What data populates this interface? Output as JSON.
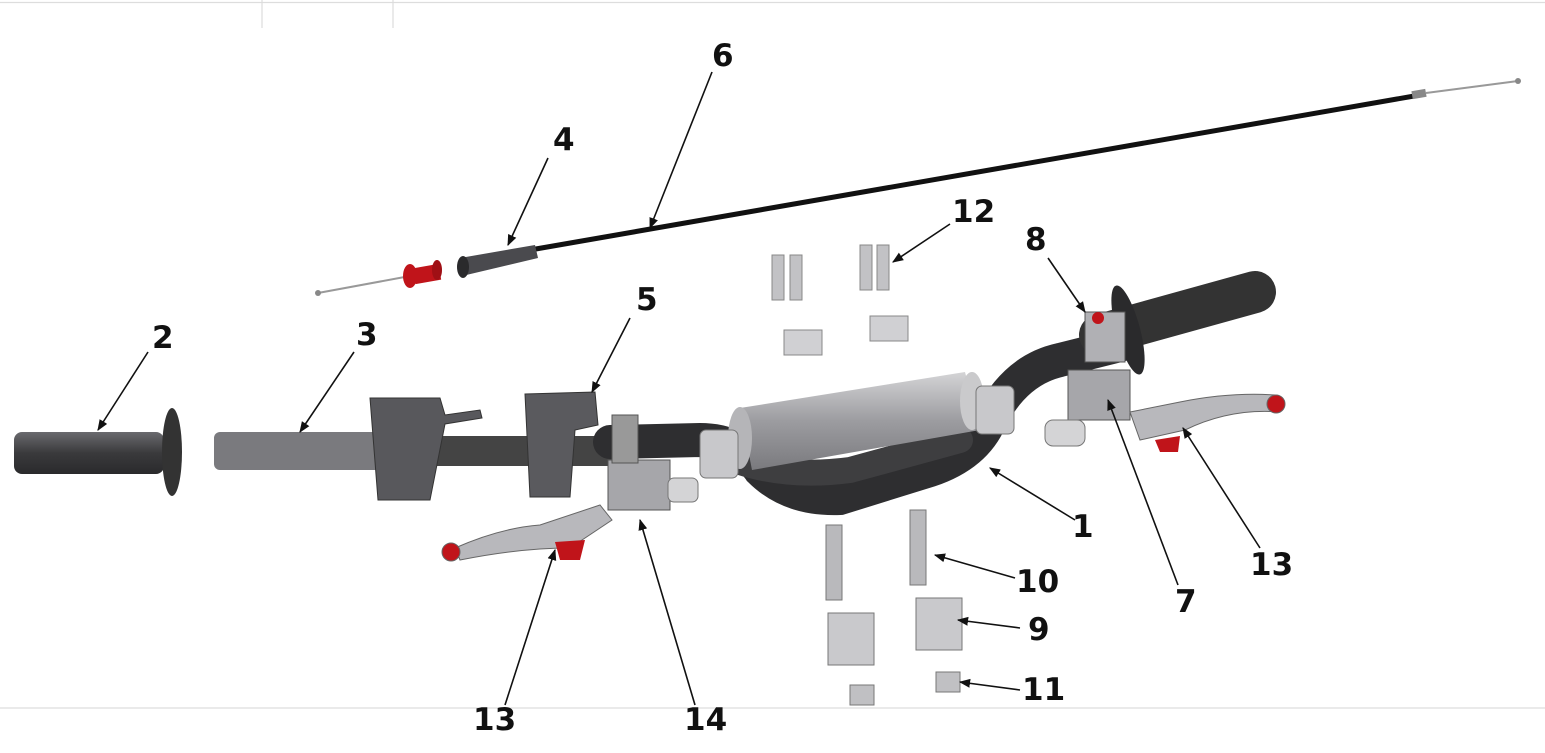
{
  "diagram": {
    "callouts": {
      "c1": "1",
      "c2": "2",
      "c3": "3",
      "c4": "4",
      "c5": "5",
      "c6": "6",
      "c7": "7",
      "c8": "8",
      "c9": "9",
      "c10": "10",
      "c11": "11",
      "c12": "12",
      "c13_right": "13",
      "c13_left": "13",
      "c14": "14"
    },
    "colors": {
      "part_dark": "#3a3a3c",
      "part_mid": "#6e6e72",
      "part_light": "#bdbdc0",
      "accent_red": "#c0141a",
      "line": "#111111"
    }
  }
}
